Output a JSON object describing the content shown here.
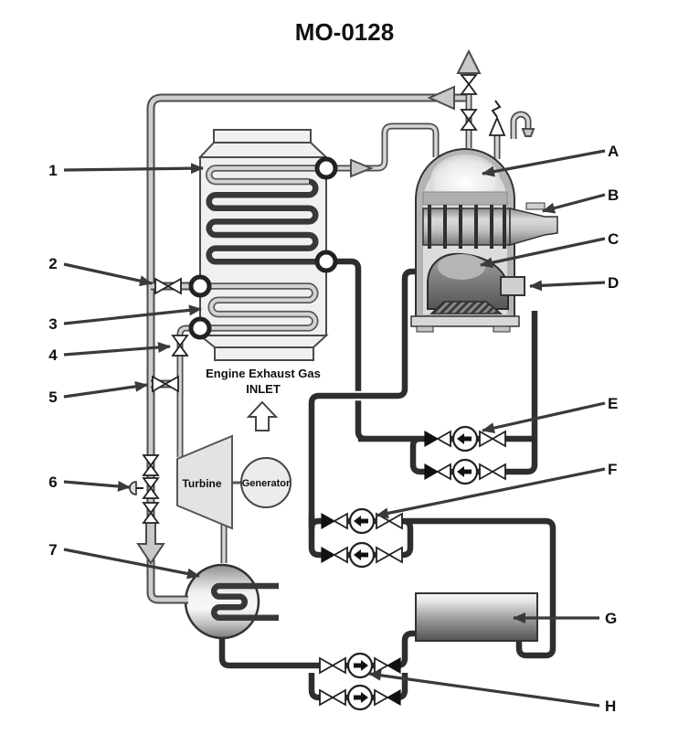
{
  "title": "MO-0128",
  "exhaust_unit": {
    "caption_line1": "Engine Exhaust Gas",
    "caption_line2": "INLET"
  },
  "turbine": {
    "label": "Turbine"
  },
  "generator": {
    "label": "Generator"
  },
  "callouts": {
    "left": [
      {
        "id": "1"
      },
      {
        "id": "2"
      },
      {
        "id": "3"
      },
      {
        "id": "4"
      },
      {
        "id": "5"
      },
      {
        "id": "6"
      },
      {
        "id": "7"
      }
    ],
    "right": [
      {
        "id": "A"
      },
      {
        "id": "B"
      },
      {
        "id": "C"
      },
      {
        "id": "D"
      },
      {
        "id": "E"
      },
      {
        "id": "F"
      },
      {
        "id": "G"
      },
      {
        "id": "H"
      }
    ]
  },
  "colors": {
    "background": "#ffffff",
    "steam_pipe": "#cdcdcd",
    "water_pipe": "#2e2e2e",
    "outline": "#333333",
    "label_arrow": "#3a3a3a"
  }
}
